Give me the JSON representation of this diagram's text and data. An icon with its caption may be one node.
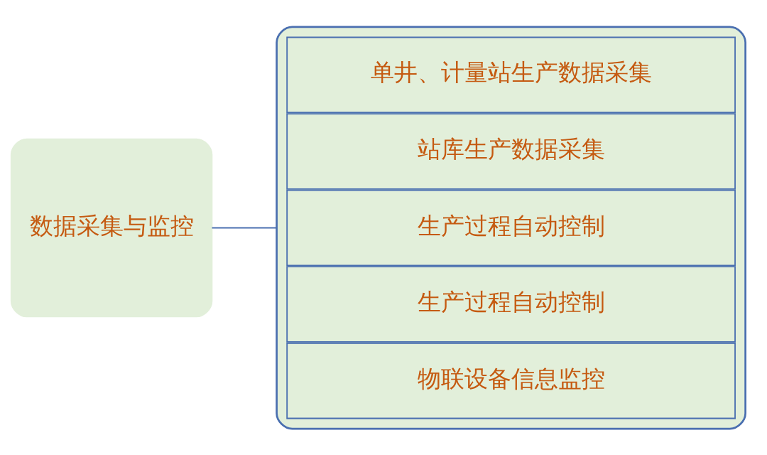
{
  "diagram": {
    "nodes": [
      {
        "text": [
          "数据采集与监控"
        ]
      },
      {
        "text": [],
        "shape": "box"
      },
      {
        "text": [
          "单井、计量站生产数据采集"
        ],
        "in": 1
      },
      {
        "text": [
          "站库生产数据采集"
        ],
        "in": 1
      },
      {
        "text": [
          "生产过程自动控制"
        ],
        "in": 1
      },
      {
        "text": [
          "生产过程自动控制"
        ],
        "in": 1
      },
      {
        "text": [
          "物联设备信息监控"
        ],
        "in": 1
      }
    ],
    "edges": [
      {
        "from": 0,
        "to": 1,
        "arrow": "none"
      }
    ]
  }
}
